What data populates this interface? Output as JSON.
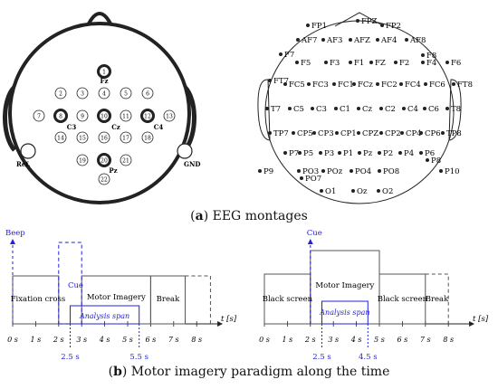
{
  "left_montage": {
    "electrodes": [
      {
        "num": "1",
        "label": "Fz",
        "highlight": true
      },
      {
        "num": "2",
        "label": "",
        "highlight": false
      },
      {
        "num": "3",
        "label": "",
        "highlight": false
      },
      {
        "num": "4",
        "label": "",
        "highlight": false
      },
      {
        "num": "5",
        "label": "",
        "highlight": false
      },
      {
        "num": "6",
        "label": "",
        "highlight": false
      },
      {
        "num": "7",
        "label": "",
        "highlight": false
      },
      {
        "num": "8",
        "label": "C3",
        "highlight": true
      },
      {
        "num": "9",
        "label": "",
        "highlight": false
      },
      {
        "num": "10",
        "label": "Cz",
        "highlight": true
      },
      {
        "num": "11",
        "label": "",
        "highlight": false
      },
      {
        "num": "12",
        "label": "C4",
        "highlight": true
      },
      {
        "num": "13",
        "label": "",
        "highlight": false
      },
      {
        "num": "14",
        "label": "",
        "highlight": false
      },
      {
        "num": "15",
        "label": "",
        "highlight": false
      },
      {
        "num": "16",
        "label": "",
        "highlight": false
      },
      {
        "num": "17",
        "label": "",
        "highlight": false
      },
      {
        "num": "18",
        "label": "",
        "highlight": false
      },
      {
        "num": "19",
        "label": "",
        "highlight": false
      },
      {
        "num": "20",
        "label": "Pz",
        "highlight": true
      },
      {
        "num": "21",
        "label": "",
        "highlight": false
      },
      {
        "num": "22",
        "label": "",
        "highlight": false
      }
    ],
    "ref_label": "Ref.",
    "gnd_label": "GND"
  },
  "right_montage": {
    "electrodes": [
      "FP1",
      "FPZ",
      "FP2",
      "AF7",
      "AF3",
      "AFZ",
      "AF4",
      "AF8",
      "F7",
      "F5",
      "F3",
      "F1",
      "FZ",
      "F2",
      "F4",
      "F6",
      "F8",
      "FT7",
      "FC5",
      "FC3",
      "FC1",
      "FCz",
      "FC2",
      "FC4",
      "FC6",
      "FT8",
      "T7",
      "C5",
      "C3",
      "C1",
      "Cz",
      "C2",
      "C4",
      "C6",
      "T8",
      "TP7",
      "CP5",
      "CP3",
      "CP1",
      "CPZ",
      "CP2",
      "CP4",
      "CP6",
      "TP8",
      "P9",
      "P7",
      "P5",
      "P3",
      "P1",
      "Pz",
      "P2",
      "P4",
      "P6",
      "P8",
      "P10",
      "PO7",
      "PO3",
      "POz",
      "PO4",
      "PO8",
      "O1",
      "Oz",
      "O2"
    ]
  },
  "caption_a": {
    "letter": "a",
    "text": " EEG montages"
  },
  "caption_b": {
    "letter": "b",
    "text": " Motor imagery paradigm along the time"
  },
  "timeline_left": {
    "beep_label": "Beep",
    "cue_label": "Cue",
    "phases": [
      "Fixation cross",
      "Motor Imagery",
      "Break"
    ],
    "analysis_label": "Analysis span",
    "ticks": [
      "0 s",
      "1 s",
      "2 s",
      "3 s",
      "4 s",
      "5 s",
      "6 s",
      "7 s",
      "8 s"
    ],
    "axis_label": "t [s]",
    "marker_start": "2.5 s",
    "marker_end": "5.5 s"
  },
  "timeline_right": {
    "cue_label": "Cue",
    "phases": [
      "Black screen",
      "Motor Imagery",
      "Black screen",
      "Break"
    ],
    "analysis_label": "Analysis span",
    "ticks": [
      "0 s",
      "1 s",
      "2 s",
      "3 s",
      "4 s",
      "5 s",
      "6 s",
      "7 s",
      "8 s"
    ],
    "axis_label": "t [s]",
    "marker_start": "2.5 s",
    "marker_end": "4.5 s"
  },
  "colors": {
    "blue": "#2222dd",
    "black": "#222222",
    "gray": "#555555"
  }
}
